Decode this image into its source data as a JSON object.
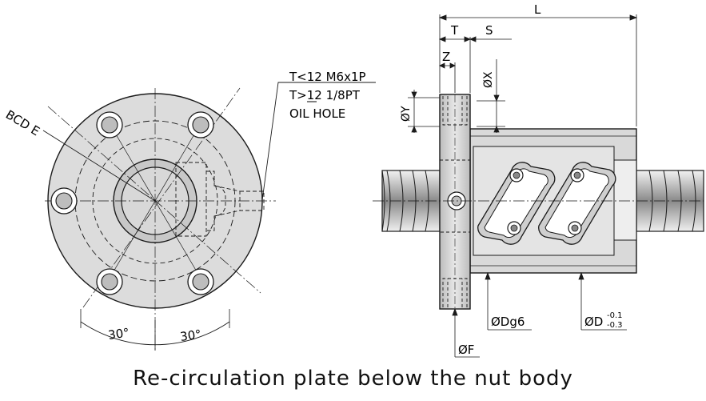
{
  "caption": "Re-circulation plate below the nut body",
  "left_view": {
    "bcd_label": "BCD E",
    "oil_hole_lines": [
      "T<12 M6x1P",
      "T>12 1/8PT",
      "OIL HOLE"
    ],
    "angle_labels": [
      "30°",
      "30°"
    ]
  },
  "right_view": {
    "dims": {
      "L": "L",
      "T": "T",
      "S": "S",
      "Z": "Z",
      "X": "ØX",
      "Y": "ØY",
      "Dg6": "ØDg6",
      "D": "ØD",
      "D_tol_upper": "-0.1",
      "D_tol_lower": "-0.3",
      "F": "ØF"
    }
  },
  "colors": {
    "line": "#1a1a1a",
    "fill_gray": "#d9d9d9",
    "fill_dark": "#bdbdbd"
  }
}
